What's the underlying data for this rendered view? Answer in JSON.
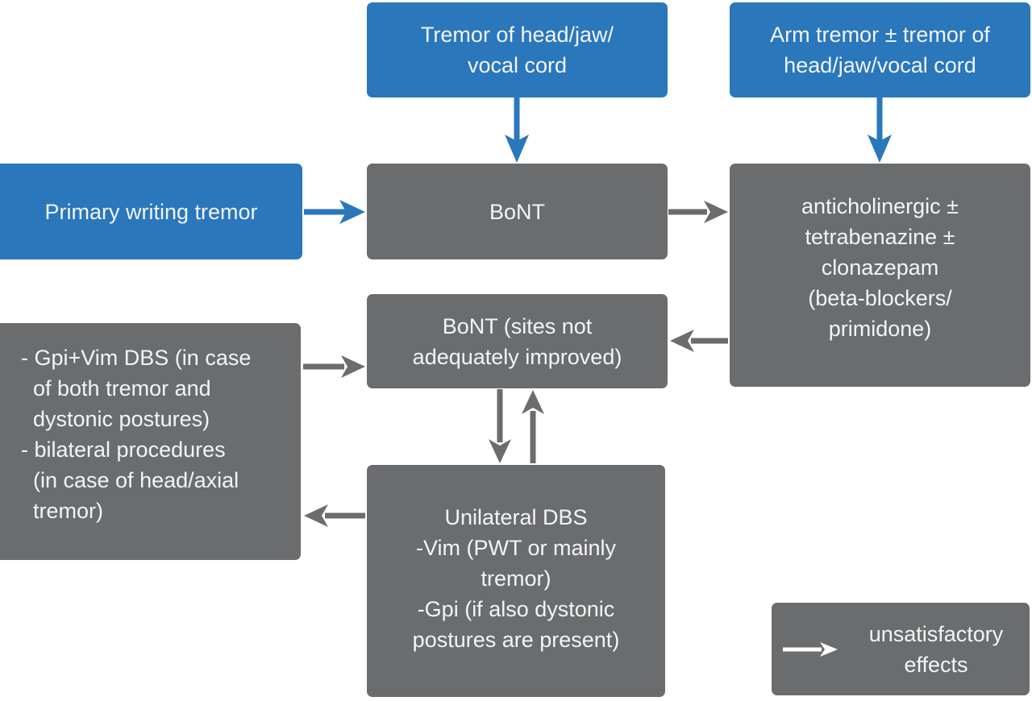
{
  "figure": {
    "type": "flowchart",
    "description": "Treatment algorithm for dystonic tremor"
  },
  "colors": {
    "background": "#ffffff",
    "box_blue": "#2a77bc",
    "box_gray": "#6a6c6e",
    "text": "#f3f4f5",
    "arrow_blue": "#2a77bc",
    "arrow_gray": "#6a6c6e",
    "legend_arrow": "#ffffff"
  },
  "nodes": {
    "tremor_head_jaw": {
      "variant": "blue",
      "label_lines": [
        "Tremor of head/jaw/",
        "vocal cord"
      ]
    },
    "arm_tremor": {
      "variant": "blue",
      "label_lines": [
        "Arm tremor ± tremor of",
        "head/jaw/vocal cord"
      ]
    },
    "primary_writing": {
      "variant": "blue",
      "label_lines": [
        "Primary writing tremor"
      ]
    },
    "bont": {
      "variant": "gray",
      "label_lines": [
        "BoNT"
      ]
    },
    "anticholinergic": {
      "variant": "gray",
      "label_lines": [
        "anticholinergic ±",
        "tetrabenazine ±",
        "clonazepam",
        "(beta-blockers/",
        "primidone)"
      ]
    },
    "bont_sites": {
      "variant": "gray",
      "label_lines": [
        "BoNT (sites not",
        "adequately improved)"
      ]
    },
    "dbs_left": {
      "variant": "gray",
      "label_lines": [
        "- Gpi+Vim DBS (in case",
        "  of both tremor and",
        "  dystonic postures)",
        "- bilateral procedures",
        "  (in case of head/axial",
        "  tremor)"
      ]
    },
    "unilateral_dbs": {
      "variant": "gray",
      "label_lines": [
        "Unilateral DBS",
        "-Vim (PWT or mainly",
        "tremor)",
        "-Gpi (if also dystonic",
        "postures are present)"
      ]
    }
  },
  "legend": {
    "label_lines": [
      "unsatisfactory",
      "effects"
    ]
  },
  "edges": [
    {
      "from": "tremor_head_jaw",
      "to": "bont",
      "color": "blue"
    },
    {
      "from": "arm_tremor",
      "to": "anticholinergic",
      "color": "blue"
    },
    {
      "from": "primary_writing",
      "to": "bont",
      "color": "blue"
    },
    {
      "from": "bont",
      "to": "anticholinergic",
      "color": "gray"
    },
    {
      "from": "anticholinergic",
      "to": "bont_sites",
      "color": "gray"
    },
    {
      "from": "dbs_left",
      "to": "bont_sites",
      "color": "gray"
    },
    {
      "from": "bont_sites",
      "to": "unilateral_dbs",
      "color": "gray"
    },
    {
      "from": "unilateral_dbs",
      "to": "bont_sites",
      "color": "gray"
    },
    {
      "from": "unilateral_dbs",
      "to": "dbs_left",
      "color": "gray"
    }
  ]
}
